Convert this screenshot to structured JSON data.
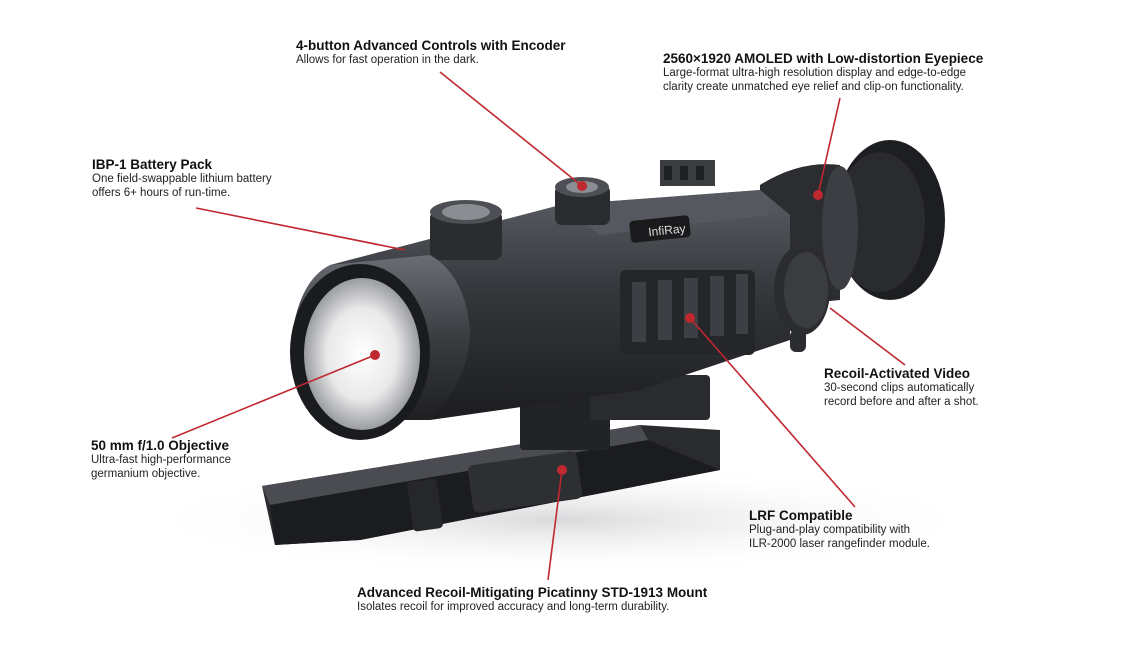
{
  "brand": "InfiRay",
  "colors": {
    "accent": "#c0282f",
    "body_dark": "#2b2d31",
    "background": "#ffffff"
  },
  "callouts": [
    {
      "id": "controls",
      "title": "4-button Advanced Controls with Encoder",
      "desc": [
        "Allows for fast operation in the dark."
      ]
    },
    {
      "id": "display",
      "title": "2560×1920 AMOLED with Low-distortion Eyepiece",
      "desc": [
        "Large-format ultra-high resolution display and edge-to-edge",
        "clarity create unmatched eye relief and clip-on functionality."
      ]
    },
    {
      "id": "battery",
      "title": "IBP-1 Battery Pack",
      "desc": [
        "One field-swappable lithium battery",
        "offers 6+ hours of run-time."
      ]
    },
    {
      "id": "recoil-video",
      "title": "Recoil-Activated Video",
      "desc": [
        "30-second clips automatically",
        "record before and after a shot."
      ]
    },
    {
      "id": "objective",
      "title": "50 mm f/1.0 Objective",
      "desc": [
        "Ultra-fast high-performance",
        "germanium objective."
      ]
    },
    {
      "id": "lrf",
      "title": "LRF Compatible",
      "desc": [
        "Plug-and-play compatibility with",
        "ILR-2000 laser rangefinder module."
      ]
    },
    {
      "id": "mount",
      "title": "Advanced Recoil-Mitigating Picatinny STD-1913 Mount",
      "desc": [
        "Isolates recoil for improved accuracy and long-term durability."
      ]
    }
  ]
}
